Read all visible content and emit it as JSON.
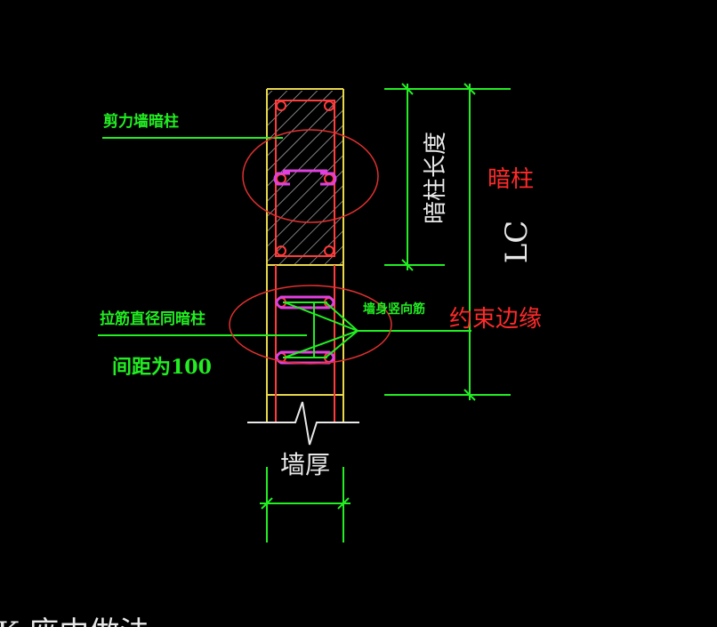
{
  "labels": {
    "wall_end_column": "剪力墙暗柱",
    "tie_bar": "拉筋直径同暗柱",
    "tie_spacing": "间距为100",
    "wall_vertical_bar": "墙身竖向筋",
    "column_length": "暗柱长度",
    "lc": "LC",
    "wall_thickness": "墙厚"
  },
  "annotations": {
    "hidden_column": "暗柱",
    "constrained_edge": "约束边缘"
  },
  "caption": "K 座中做法",
  "colors": {
    "background": "#000000",
    "concrete_outline": "#e8d84a",
    "rebar": "#ff3b3b",
    "stirrup": "#e040e0",
    "dimension": "#22ee22",
    "annotation": "#ff2a2a",
    "text": "#e8e8e8"
  }
}
